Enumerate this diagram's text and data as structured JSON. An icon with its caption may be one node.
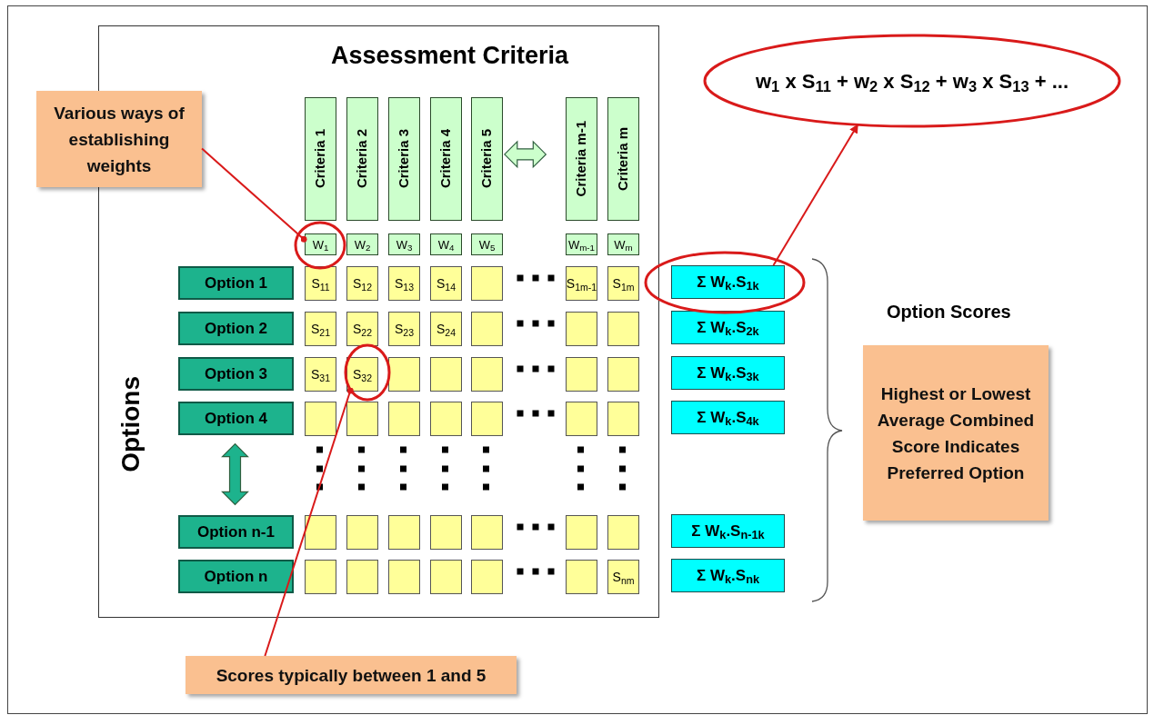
{
  "diagram": {
    "title": "Assessment Criteria",
    "nodes": [
      {
        "text": [
          "Options"
        ]
      },
      {
        "text": [
          "Various ways of establishing weights"
        ]
      },
      {
        "text": [
          "Criteria 1"
        ],
        "in": 0
      },
      {
        "text": [
          "Criteria 2"
        ],
        "in": 0
      },
      {
        "text": [
          "Criteria 3"
        ],
        "in": 0
      },
      {
        "text": [
          "Criteria 4"
        ],
        "in": 0
      },
      {
        "text": [
          "Criteria 5"
        ],
        "in": 0
      },
      {
        "text": [
          "Criteria m-1"
        ],
        "in": 0
      },
      {
        "text": [
          "Criteria m"
        ],
        "in": 0
      },
      {
        "text": [
          "W$_{1}$"
        ],
        "in": 0
      },
      {
        "text": [
          "W$_{2}$"
        ],
        "in": 0
      },
      {
        "text": [
          "W$_{3}$"
        ],
        "in": 0
      },
      {
        "text": [
          "W$_{4}$"
        ],
        "in": 0
      },
      {
        "text": [
          "W$_{5}$"
        ],
        "in": 0
      },
      {
        "text": [
          "W$_{m-1}$"
        ],
        "in": 0
      },
      {
        "text": [
          "W$_{m}$"
        ],
        "in": 0
      },
      {
        "text": [
          "Option 1"
        ],
        "in": 0
      },
      {
        "text": [
          "S$_{11}$"
        ],
        "in": 0
      },
      {
        "text": [
          "S$_{12}$"
        ],
        "in": 0
      },
      {
        "text": [
          "S$_{13}$"
        ],
        "in": 0
      },
      {
        "text": [
          "S$_{14}$"
        ],
        "in": 0
      },
      {
        "text": [],
        "shape": "box",
        "in": 0
      },
      {
        "text": [
          "S$_{1m-1}$"
        ],
        "in": 0
      },
      {
        "text": [
          "S$_{1m}$"
        ],
        "in": 0
      },
      {
        "text": [
          "Σ W$_{k}$.S$_{1k}$"
        ]
      },
      {
        "text": [
          "Option 2"
        ],
        "in": 0
      },
      {
        "text": [
          "S$_{21}$"
        ],
        "in": 0
      },
      {
        "text": [
          "S$_{22}$"
        ],
        "in": 0
      },
      {
        "text": [
          "S$_{23}$"
        ],
        "in": 0
      },
      {
        "text": [
          "S$_{24}$"
        ],
        "in": 0
      },
      {
        "text": [],
        "shape": "box",
        "in": 0
      },
      {
        "text": [],
        "shape": "box",
        "in": 0
      },
      {
        "text": [],
        "shape": "box",
        "in": 0
      },
      {
        "text": [
          "Σ W$_{k}$.S$_{2k}$"
        ]
      },
      {
        "text": [
          "Option 3"
        ],
        "in": 0
      },
      {
        "text": [
          "S$_{31}$"
        ],
        "in": 0
      },
      {
        "text": [
          "S$_{32}$"
        ],
        "in": 0
      },
      {
        "text": [],
        "shape": "box",
        "in": 0
      },
      {
        "text": [],
        "shape": "box",
        "in": 0
      },
      {
        "text": [],
        "shape": "box",
        "in": 0
      },
      {
        "text": [],
        "shape": "box",
        "in": 0
      },
      {
        "text": [],
        "shape": "box",
        "in": 0
      },
      {
        "text": [
          "Σ W$_{k}$.S$_{3k}$"
        ]
      },
      {
        "text": [
          "Option 4"
        ],
        "in": 0
      },
      {
        "text": [],
        "shape": "box",
        "in": 0
      },
      {
        "text": [],
        "shape": "box",
        "in": 0
      },
      {
        "text": [],
        "shape": "box",
        "in": 0
      },
      {
        "text": [],
        "shape": "box",
        "in": 0
      },
      {
        "text": [],
        "shape": "box",
        "in": 0
      },
      {
        "text": [],
        "shape": "box",
        "in": 0
      },
      {
        "text": [],
        "shape": "box",
        "in": 0
      },
      {
        "text": [
          "Σ W$_{k}$.S$_{4k}$"
        ]
      },
      {
        "text": [
          "Option n-1"
        ],
        "in": 0
      },
      {
        "text": [],
        "shape": "box",
        "in": 0
      },
      {
        "text": [],
        "shape": "box",
        "in": 0
      },
      {
        "text": [],
        "shape": "box",
        "in": 0
      },
      {
        "text": [],
        "shape": "box",
        "in": 0
      },
      {
        "text": [],
        "shape": "box",
        "in": 0
      },
      {
        "text": [],
        "shape": "box",
        "in": 0
      },
      {
        "text": [],
        "shape": "box",
        "in": 0
      },
      {
        "text": [
          "Σ W$_{k}$.S$_{n-1k}$"
        ]
      },
      {
        "text": [
          "Option n"
        ],
        "in": 0
      },
      {
        "text": [],
        "shape": "box",
        "in": 0
      },
      {
        "text": [],
        "shape": "box",
        "in": 0
      },
      {
        "text": [],
        "shape": "box",
        "in": 0
      },
      {
        "text": [],
        "shape": "box",
        "in": 0
      },
      {
        "text": [],
        "shape": "box",
        "in": 0
      },
      {
        "text": [],
        "shape": "box",
        "in": 0
      },
      {
        "text": [
          "S$_{nm}$"
        ],
        "in": 0
      },
      {
        "text": [
          "Σ W$_{k}$.S$_{nk}$"
        ]
      },
      {
        "text": [
          "w$_{1}$ x S$_{11}$ + w$_{2}$ x S$_{12}$ + w$_{3}$ x S$_{13}$ + ..."
        ]
      },
      {
        "text": [
          "Highest or Lowest Average Combined Score Indicates Preferred Option"
        ]
      },
      {
        "text": [
          "Scores typically between 1 and 5"
        ]
      }
    ],
    "edges": [
      {
        "from": 1,
        "to": 9,
        "arrow": "other"
      },
      {
        "from": 72,
        "to": 36,
        "arrow": "other"
      },
      {
        "from": 24,
        "to": 70,
        "arrow": "to"
      },
      {
        "from": 6,
        "to": 7,
        "arrow": "both",
        "style": "thick",
        "color": "#ccffcc"
      },
      {
        "from": 43,
        "to": 52,
        "arrow": "both",
        "style": "thick",
        "color": "#1db38d"
      }
    ],
    "labels": [
      "Option Scores"
    ]
  }
}
